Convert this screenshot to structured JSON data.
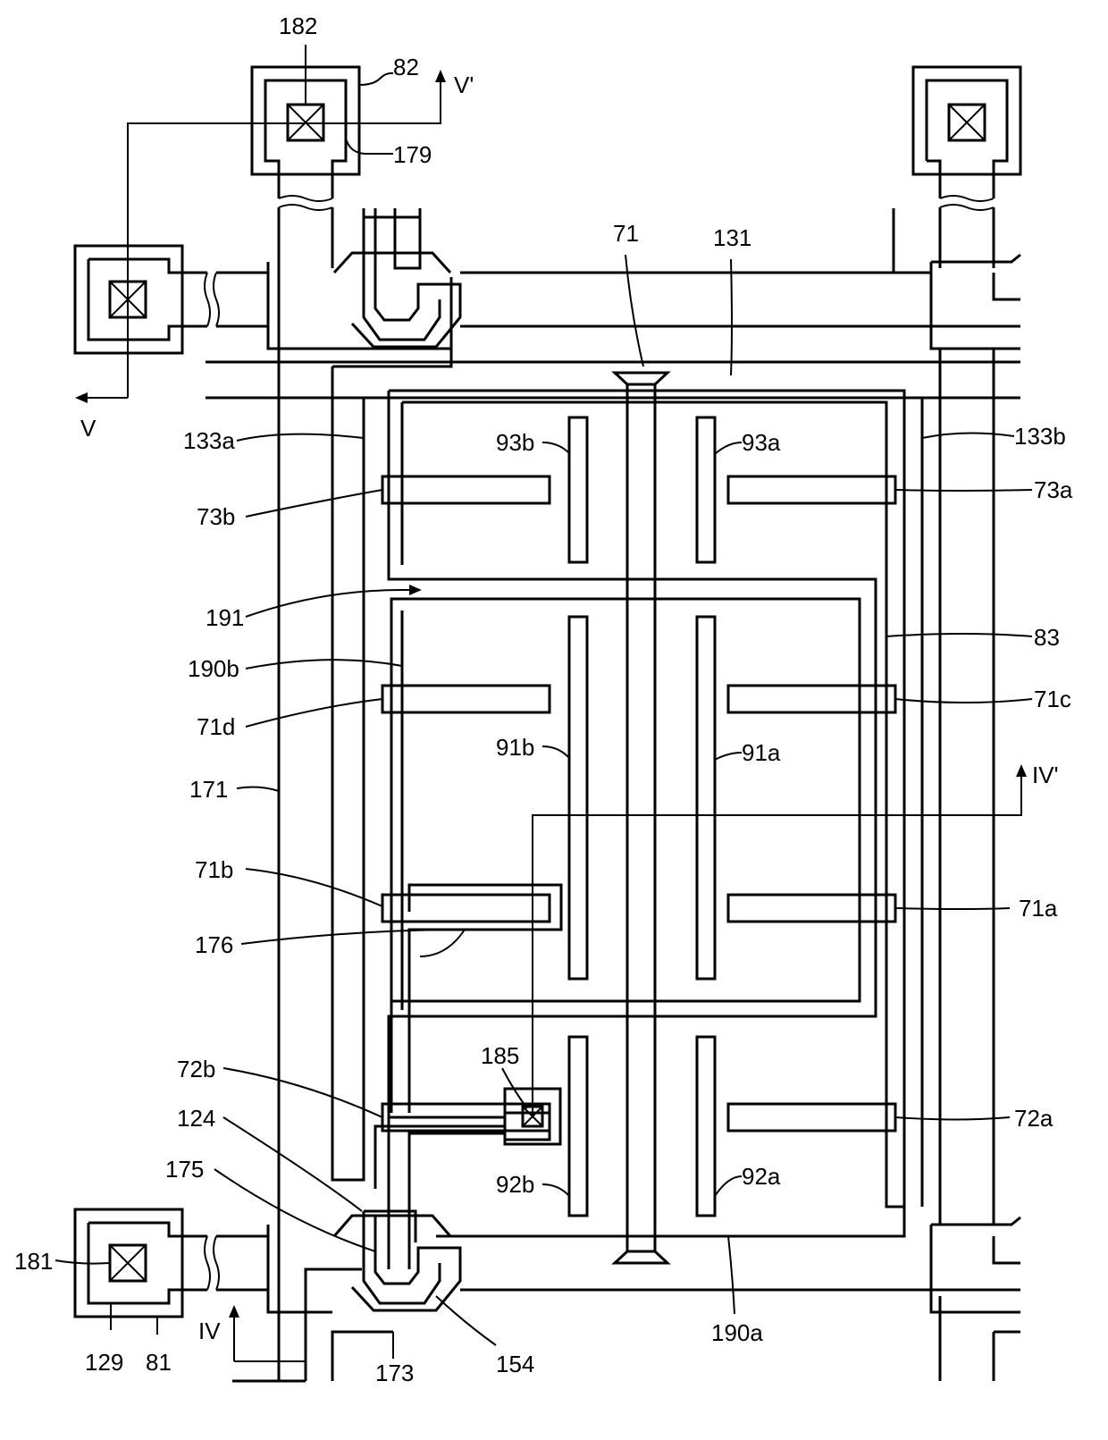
{
  "labels": {
    "l182": "182",
    "l82": "82",
    "lVp": "V'",
    "l179": "179",
    "l71": "71",
    "l131": "131",
    "lV": "V",
    "l133a": "133a",
    "l133b": "133b",
    "l93b": "93b",
    "l93a": "93a",
    "l73b": "73b",
    "l73a": "73a",
    "l191": "191",
    "l83": "83",
    "l190b": "190b",
    "l71d": "71d",
    "l71c": "71c",
    "l91b": "91b",
    "l91a": "91a",
    "lIVp": "IV'",
    "l171": "171",
    "l71b": "71b",
    "l71a": "71a",
    "l176": "176",
    "l185": "185",
    "l72b": "72b",
    "l72a": "72a",
    "l124": "124",
    "l175": "175",
    "l92b": "92b",
    "l92a": "92a",
    "l181": "181",
    "l190a": "190a",
    "lIV": "IV",
    "l129": "129",
    "l81": "81",
    "l173": "173",
    "l154": "154"
  }
}
